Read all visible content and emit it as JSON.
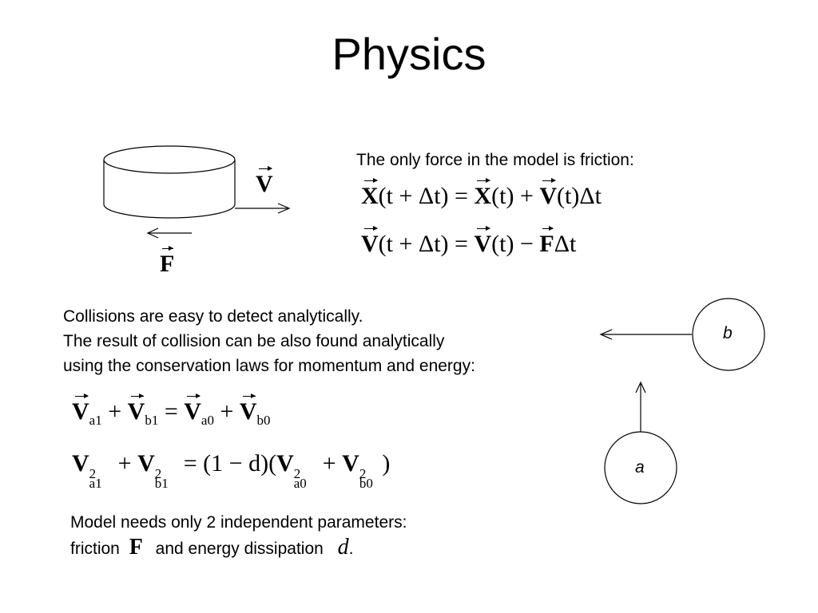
{
  "title": "Physics",
  "friction": {
    "intro": "The only force in the model is friction:",
    "eq1": {
      "lhs_vec": "X",
      "lhs_args": "(t + Δt) = ",
      "rhs_vec1": "X",
      "rhs_args1": "(t) + ",
      "rhs_vec2": "V",
      "rhs_args2": "(t)Δt"
    },
    "eq2": {
      "lhs_vec": "V",
      "lhs_args": "(t + Δt) = ",
      "rhs_vec1": "V",
      "rhs_args1": "(t) − ",
      "rhs_vec2": "F",
      "rhs_args2": "Δt"
    }
  },
  "diagram": {
    "velocity_label": "V",
    "force_label": "F"
  },
  "collision": {
    "line1": "Collisions are easy to detect analytically.",
    "line2": "The result of collision can be also found analytically",
    "line3": "using the conservation laws for momentum and energy:",
    "momentum": {
      "v": "V",
      "a1": "a1",
      "b1": "b1",
      "a0": "a0",
      "b0": "b0",
      "plus": "+",
      "equals": "="
    },
    "energy": {
      "v": "V",
      "a1": "a1",
      "b1": "b1",
      "a0": "a0",
      "b0": "b0",
      "sq": "2",
      "plus": "+",
      "factor": "= (1 − d)(",
      "close": ")"
    }
  },
  "balls": {
    "a": "a",
    "b": "b"
  },
  "params": {
    "line1": "Model needs only 2 independent parameters:",
    "friction_word": "friction",
    "force_symbol": "F",
    "energy_phrase": "and energy dissipation",
    "d_symbol": "d",
    "period": "."
  }
}
